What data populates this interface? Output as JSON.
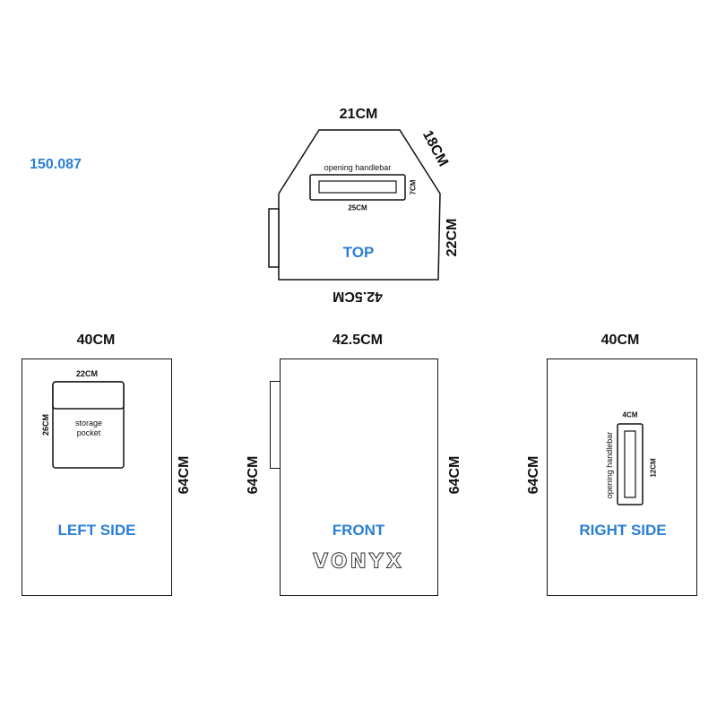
{
  "product_code": "150.087",
  "top": {
    "label": "TOP",
    "width_top": "21CM",
    "slant": "18CM",
    "handle_note": "opening handlebar",
    "handle_height": "7CM",
    "handle_width": "25CM",
    "depth": "22CM",
    "bottom_width": "42.5CM"
  },
  "left_side": {
    "label": "LEFT SIDE",
    "width": "40CM",
    "height": "64CM",
    "pocket_width": "22CM",
    "pocket_height": "26CM",
    "pocket_line1": "storage",
    "pocket_line2": "pocket"
  },
  "front": {
    "label": "FRONT",
    "width": "42.5CM",
    "height_left": "64CM",
    "height_right": "64CM",
    "brand": "VONYX"
  },
  "right_side": {
    "label": "RIGHT SIDE",
    "width": "40CM",
    "height": "64CM",
    "handle_width": "4CM",
    "handle_height": "12CM",
    "handle_note": "opening handlebar"
  },
  "colors": {
    "accent": "#2b7fd4",
    "line": "#111111"
  }
}
